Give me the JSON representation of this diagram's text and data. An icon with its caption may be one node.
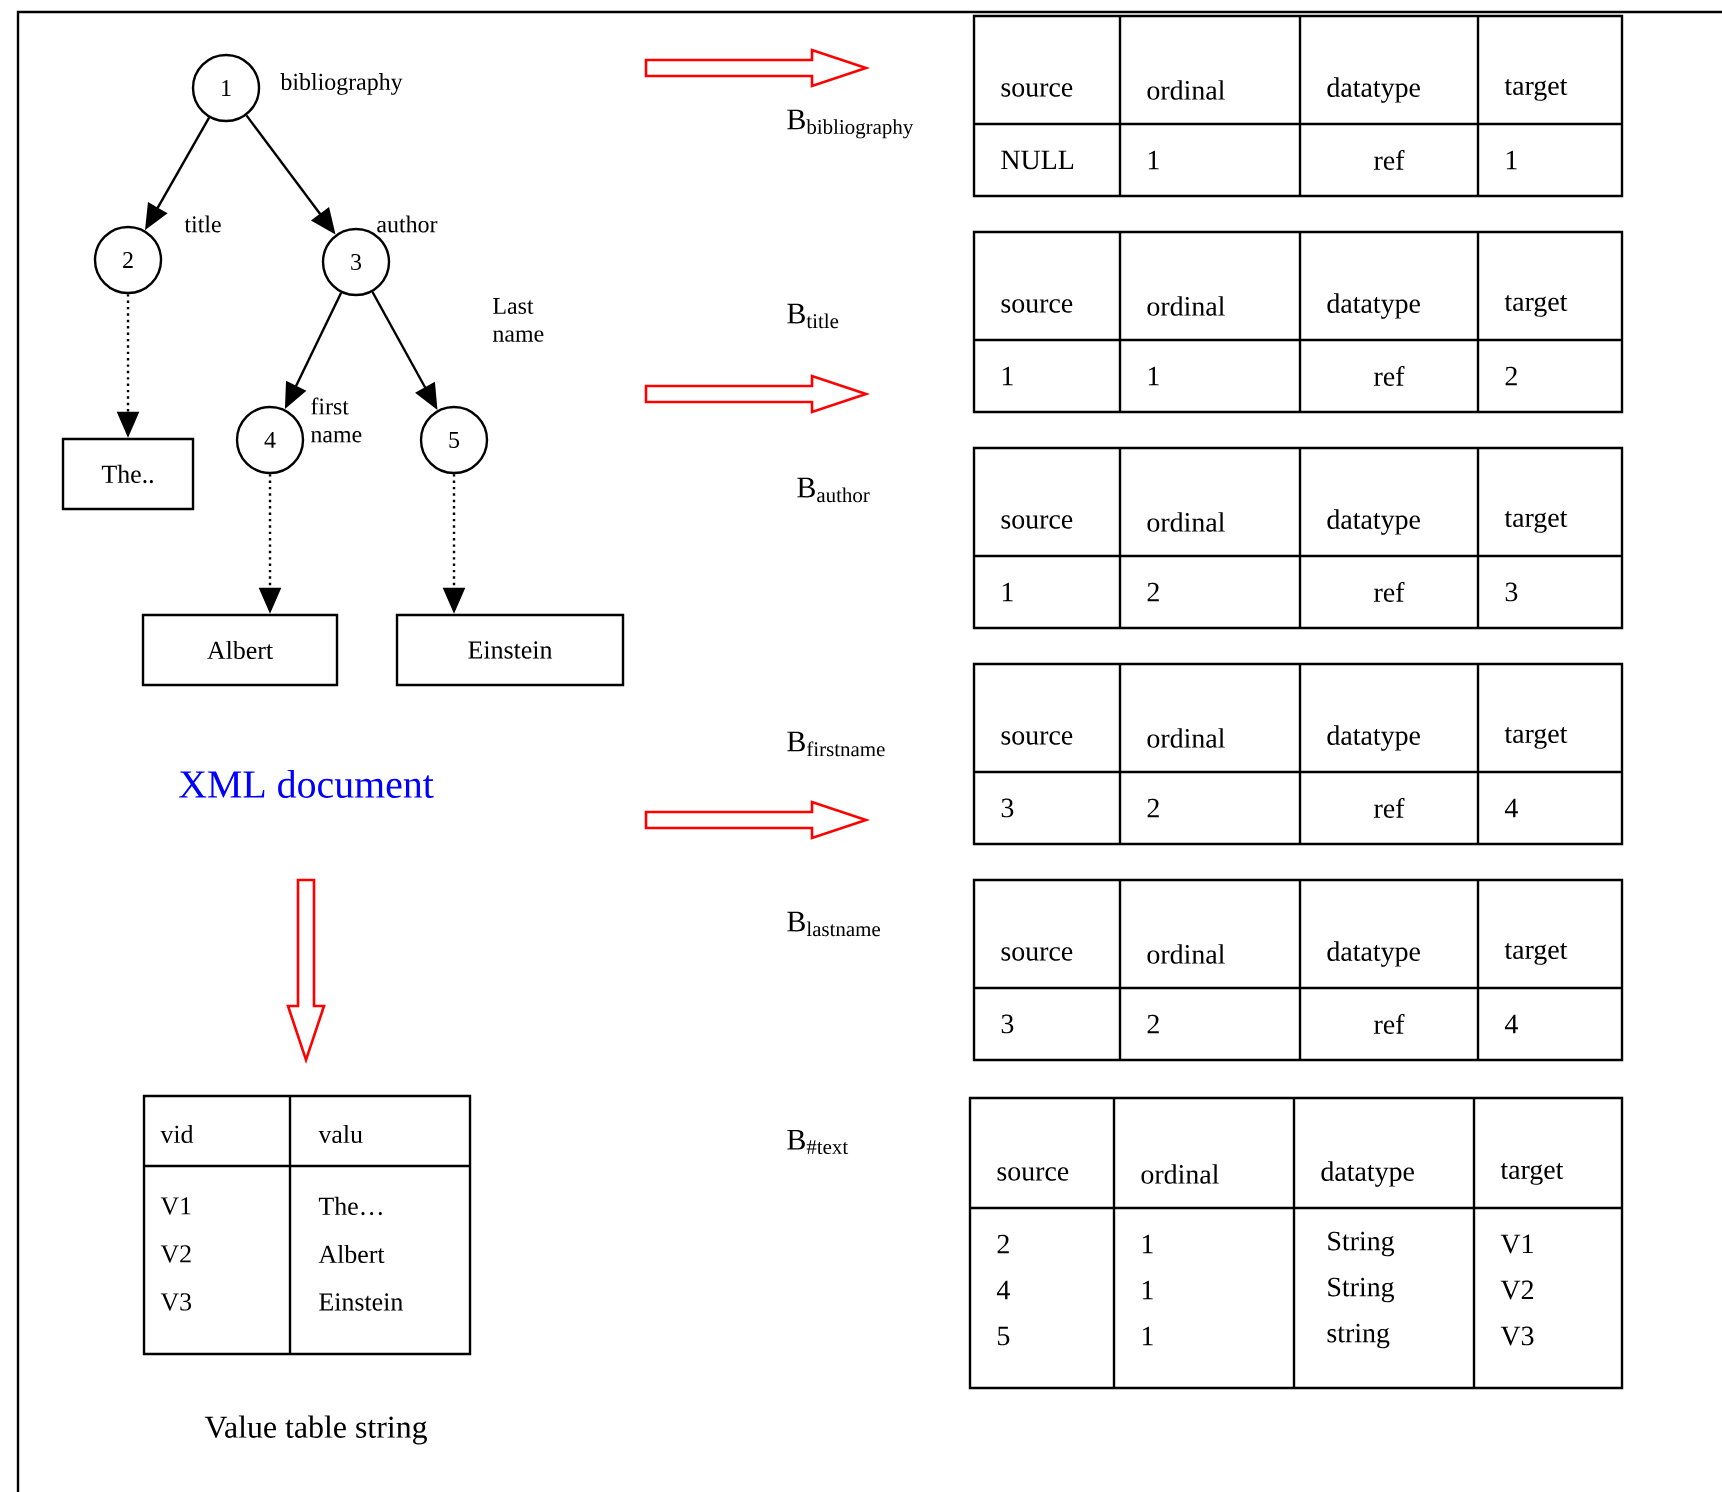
{
  "diagram": {
    "nodes": [
      {
        "text": [
          "1"
        ],
        "beside": [
          "bibliography"
        ]
      },
      {
        "text": [
          "2"
        ],
        "beside": [
          "title"
        ]
      },
      {
        "text": [
          "3"
        ],
        "beside": [
          "author"
        ]
      },
      {
        "text": [
          "4"
        ],
        "beside": [
          "first name"
        ]
      },
      {
        "text": [
          "5"
        ],
        "beside": [
          "Last name"
        ]
      },
      {
        "text": [
          "The.."
        ]
      },
      {
        "text": [
          "Albert"
        ]
      },
      {
        "text": [
          "Einstein"
        ]
      }
    ],
    "edges": [
      {
        "from": 0,
        "to": 1,
        "arrow": "to"
      },
      {
        "from": 0,
        "to": 2,
        "arrow": "to"
      },
      {
        "from": 2,
        "to": 3,
        "arrow": "to"
      },
      {
        "from": 2,
        "to": 4,
        "arrow": "to"
      },
      {
        "from": 1,
        "to": 5,
        "arrow": "to",
        "style": "dashed"
      },
      {
        "from": 3,
        "to": 6,
        "arrow": "to",
        "style": "dashed"
      },
      {
        "from": 4,
        "to": 7,
        "arrow": "to",
        "style": "dashed"
      }
    ],
    "labels": [
      "XML document",
      "Value table string",
      "vid",
      "valu",
      "V1",
      "The…",
      "V2",
      "Albert",
      "V3",
      "Einstein",
      "\\mathrm{B}_{\\mathrm{bibliography}}",
      "source",
      "ordinal",
      "datatype",
      "target",
      "NULL",
      "1",
      "ref",
      "1",
      "\\mathrm{B}_{\\mathrm{title}}",
      "source",
      "ordinal",
      "datatype",
      "target",
      "1",
      "1",
      "ref",
      "2",
      "\\mathrm{B}_{\\mathrm{author}}",
      "source",
      "ordinal",
      "datatype",
      "target",
      "1",
      "2",
      "ref",
      "3",
      "\\mathrm{B}_{\\mathrm{firstname}}",
      "source",
      "ordinal",
      "datatype",
      "target",
      "3",
      "2",
      "ref",
      "4",
      "\\mathrm{B}_{\\mathrm{lastname}}",
      "source",
      "ordinal",
      "datatype",
      "target",
      "3",
      "2",
      "ref",
      "4",
      "\\mathrm{B}_{\\mathrm{\\#text}}",
      "source",
      "ordinal",
      "datatype",
      "target",
      "2",
      "1",
      "String",
      "V1",
      "4",
      "1",
      "String",
      "V2",
      "5",
      "1",
      "string",
      "V3"
    ]
  }
}
